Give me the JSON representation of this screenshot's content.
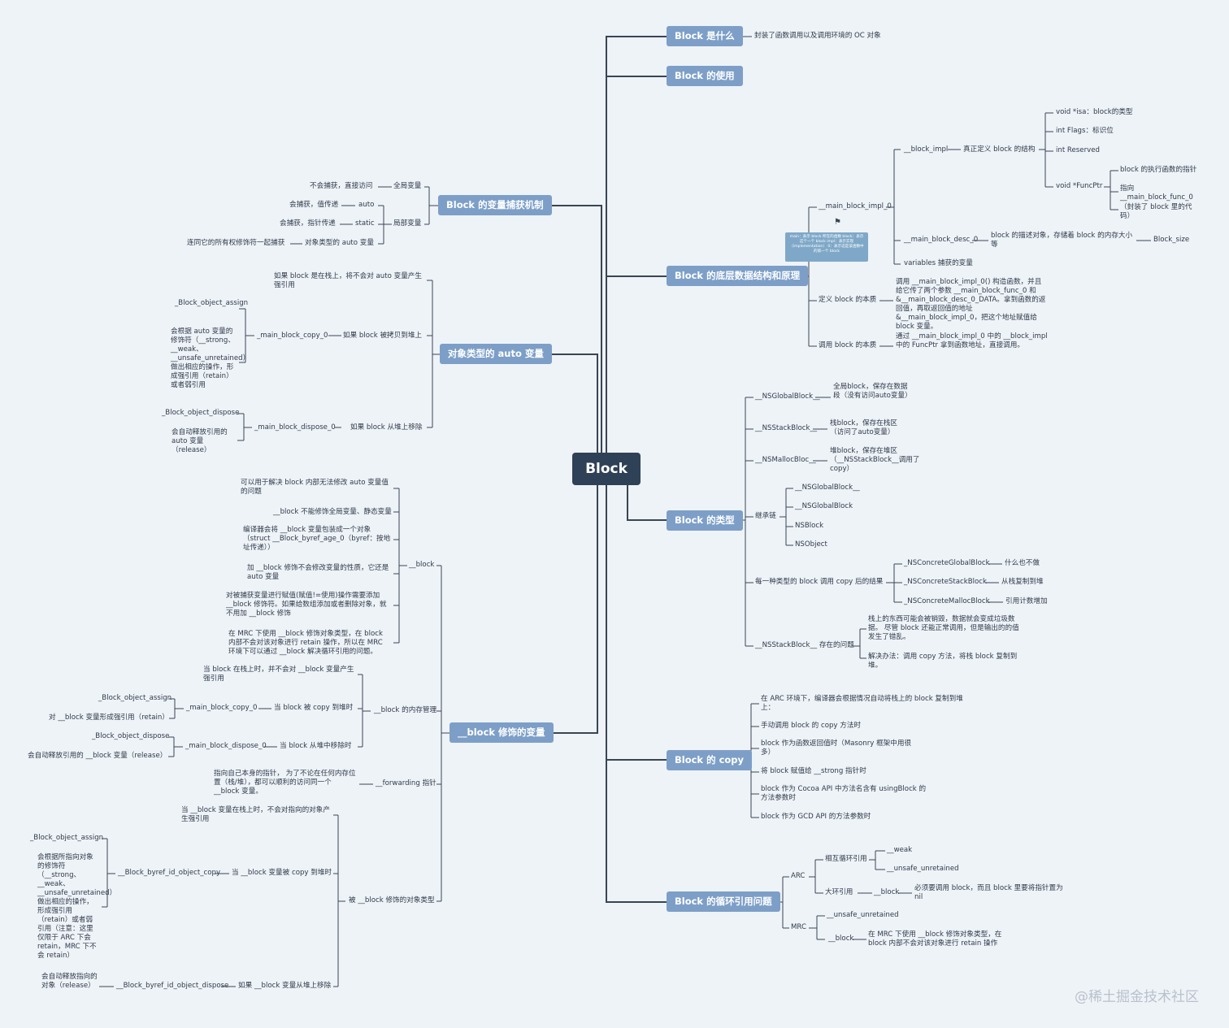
{
  "root": {
    "label": "Block"
  },
  "branches": {
    "what": {
      "label": "Block 是什么",
      "desc": "封装了函数调用以及调用环境的 OC 对象"
    },
    "usage": {
      "label": "Block 的使用"
    },
    "capture": {
      "label": "Block 的变量捕获机制",
      "global_var": "全局变量",
      "global_desc": "不会捕获，直接访问",
      "local_var": "局部变量",
      "auto": "auto",
      "auto_desc": "会捕获，值传递",
      "static": "static",
      "static_desc": "会捕获，指针传递",
      "obj_auto": "对象类型的 auto 变量",
      "obj_auto_desc": "连同它的所有权修饰符一起捕获"
    },
    "obj_auto": {
      "label": "对象类型的 auto 变量",
      "on_stack": "如果 block 是在栈上，将不会对 auto 变量产生强引用",
      "copied_heap": "如果 block 被拷贝到堆上",
      "copy_fn": "_main_block_copy_0",
      "obj_assign": "_Block_object_assign",
      "assign_desc": "会根据 auto 变量的修饰符（__strong、__weak、__unsafe_unretained）做出相应的操作，形成强引用（retain）或者弱引用",
      "removed_heap": "如果 block 从堆上移除",
      "dispose_fn": "_main_block_dispose_0",
      "obj_dispose": "_Block_object_dispose",
      "dispose_desc": "会自动释放引用的 auto 变量（release）"
    },
    "block_mod": {
      "label": "__block 修饰的变量",
      "block_kw": "__block",
      "k1": "可以用于解决 block 内部无法修改 auto 变量值的问题",
      "k2": "__block 不能修饰全局变量、静态变量",
      "k3": "编译器会将 __block 变量包装成一个对象（struct __Block_byref_age_0（byref：按地址传递））",
      "k4": "加 __block 修饰不会修改变量的性质，它还是 auto 变量",
      "k5": "对被捕获变量进行赋值(赋值!=使用)操作需要添加 __block 修饰符。如果给数组添加或者删除对象，就不用加 __block 修饰",
      "k6": "在 MRC 下使用 __block 修饰对象类型，在 block 内部不会对该对象进行 retain 操作，所以在 MRC 环境下可以通过 __block 解决循环引用的问题。",
      "mem": "__block 的内存管理",
      "m_stack": "当 block 在栈上时，并不会对 __block 变量产生强引用",
      "m_copy": "当 block 被 copy 到堆时",
      "m_copy_fn": "_main_block_copy_0",
      "m_assign": "_Block_object_assign",
      "m_assign_desc": "对 __block 变量形成强引用（retain）",
      "m_remove": "当 block 从堆中移除时",
      "m_dispose_fn": "_main_block_dispose_0",
      "m_dispose": "_Block_object_dispose",
      "m_dispose_desc": "会自动释放引用的 __block 变量（release）",
      "fwd": "__forwarding 指针",
      "fwd_desc": "指向自己本身的指针， 为了不论在任何内存位置（栈/堆），都可以顺利的访问同一个 __block 变量。",
      "objtype": "被 __block 修饰的对象类型",
      "o_stack": "当 __block 变量在栈上时，不会对指向的对象产生强引用",
      "o_copy": "当 __block 变量被 copy 到堆时",
      "o_copy_fn": "__Block_byref_id_object_copy",
      "o_assign": "_Block_object_assign",
      "o_assign_desc": "会根据所指向对象的修饰符（__strong、__weak、__unsafe_unretained）做出相应的操作，形成强引用（retain）或者弱引用（注意：这里仅限于 ARC 下会 retain，MRC 下不会 retain）",
      "o_remove": "如果 __block 变量从堆上移除",
      "o_dispose_fn": "__Block_byref_id_object_dispose",
      "o_dispose_desc": "会自动释放指向的对象（release）"
    },
    "struct": {
      "label": "Block 的底层数据结构和原理",
      "note": "main：表示 block 所在的函数 block：表示这个一个 block impl：表示实现（implementation） 0：表示这是该函数中的第一个 block",
      "impl0": "__main_block_impl_0",
      "block_impl": "__block_impl",
      "block_impl_desc": "真正定义 block 的结构",
      "isa": "void *isa：block的类型",
      "flags": "int Flags：标识位",
      "reserved": "int Reserved",
      "funcptr": "void *FuncPtr",
      "fp1": "block 的执行函数的指针",
      "fp2": "指向 __main_block_func_0",
      "fp3": "（封装了 block 里的代码）",
      "desc0": "__main_block_desc_0",
      "desc0_desc": "block 的描述对象，存储着 block 的内存大小等",
      "block_size": "Block_size",
      "variables": "variables 捕获的变量",
      "define": "定义 block 的本质",
      "define_desc": "调用 __main_block_impl_0() 构造函数，并且给它传了两个参数 __main_block_func_0 和 &__main_block_desc_0_DATA。拿到函数的返回值，再取返回值的地址 &__main_block_impl_0，把这个地址赋值给 block 变量。",
      "call": "调用 block 的本质",
      "call_desc": "通过 __main_block_impl_0 中的 __block_impl 中的 FuncPtr 拿到函数地址，直接调用。"
    },
    "types": {
      "label": "Block 的类型",
      "global": "__NSGlobalBlock__",
      "global_desc": "全局block，保存在数据段（没有访问auto变量）",
      "stack": "__NSStackBlock__",
      "stack_desc": "栈block，保存在栈区（访问了auto变量）",
      "malloc": "__NSMallocBloc__",
      "malloc_desc": "堆block，保存在堆区（__NSStackBlock__调用了copy）",
      "inherit": "继承链",
      "i1": "__NSGlobalBlock__",
      "i2": "__NSGlobalBlock",
      "i3": "NSBlock",
      "i4": "NSObject",
      "copyres": "每一种类型的 block 调用 copy 后的结果",
      "c1": "_NSConcreteGlobalBlock",
      "c1d": "什么也不做",
      "c2": "_NSConcreteStackBlock",
      "c2d": "从栈复制到堆",
      "c3": "_NSConcreteMallocBlock",
      "c3d": "引用计数增加",
      "problem": "__NSStackBlock__ 存在的问题",
      "p1": "栈上的东西可能会被销毁，数据就会变成垃圾数据。 尽管 block 还能正常调用，但是输出的的值发生了错乱。",
      "p2": "解决办法：调用 copy 方法，将栈 block 复制到堆。"
    },
    "copy": {
      "label": "Block 的 copy",
      "c1": "在 ARC 环境下，编译器会根据情况自动将栈上的 block 复制到堆上：",
      "c2": "手动调用 block 的 copy 方法时",
      "c3": "block 作为函数返回值时（Masonry 框架中用很多）",
      "c4": "将 block 赋值给 __strong 指针时",
      "c5": "block 作为 Cocoa API 中方法名含有 usingBlock 的方法参数时",
      "c6": "block 作为 GCD API 的方法参数时"
    },
    "cycle": {
      "label": "Block 的循环引用问题",
      "arc": "ARC",
      "mutual": "相互循环引用",
      "weak": "__weak",
      "unsafe": "__unsafe_unretained",
      "big": "大环引用",
      "block": "__block",
      "big_desc": "必须要调用 block，而且 block 里要将指针置为 nil",
      "mrc": "MRC",
      "m_unsafe": "__unsafe_unretained",
      "m_block": "__block",
      "m_block_desc": "在 MRC 下使用 __block 修饰对象类型，在 block 内部不会对该对象进行 retain 操作"
    }
  },
  "watermark": "@稀土掘金技术社区",
  "colors": {
    "background": "#eef3f8",
    "root": "#2f4156",
    "topic": "#7d9fc7",
    "line": "#2f3a48",
    "text_box": "#e6ecf2"
  }
}
